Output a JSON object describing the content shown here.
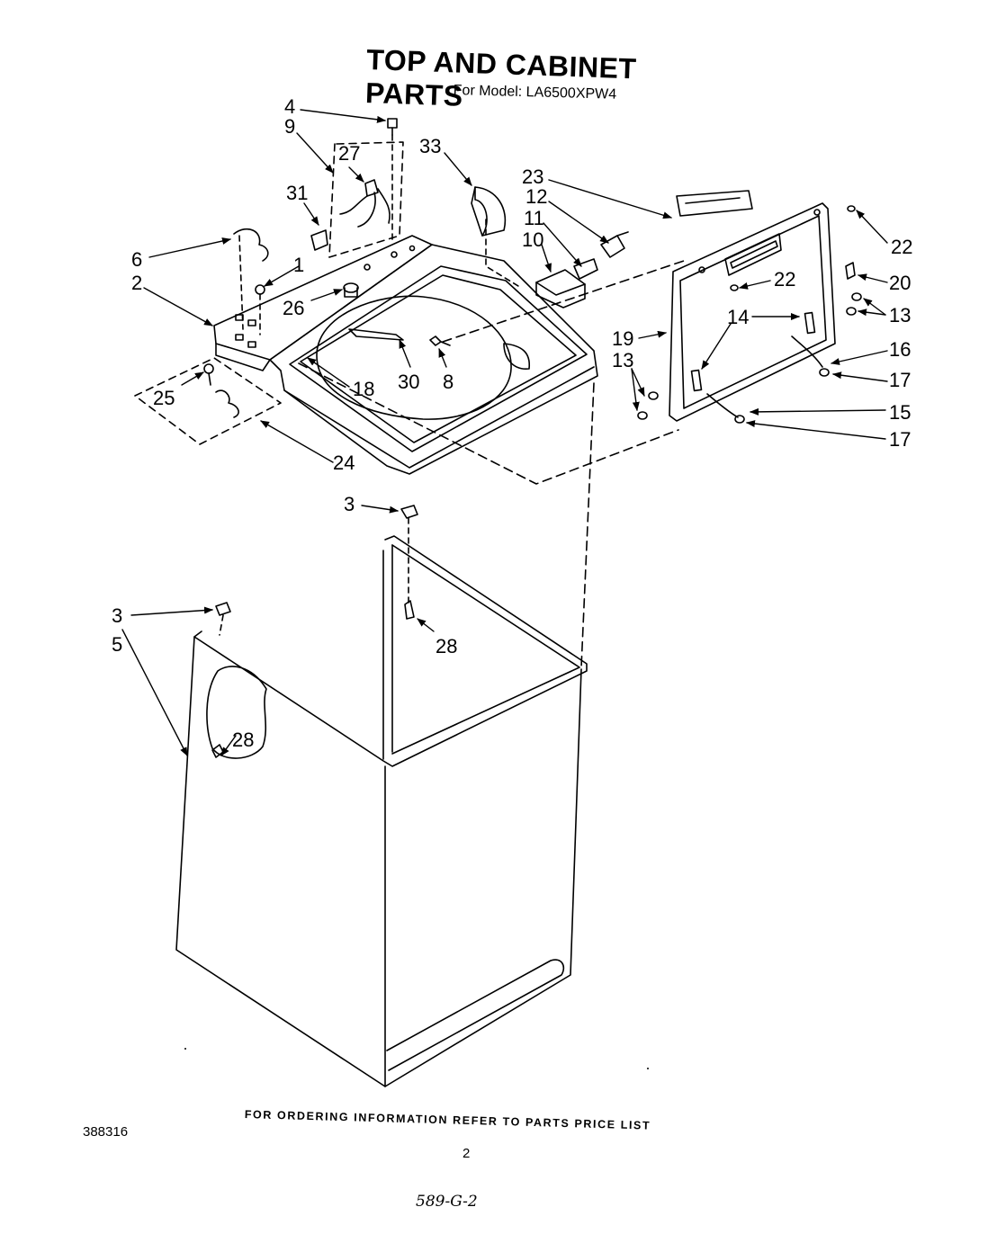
{
  "title": "TOP AND CABINET PARTS",
  "subtitle": "For Model: LA6500XPW4",
  "footer_note": "FOR ORDERING INFORMATION REFER TO PARTS PRICE LIST",
  "doc_number": "388316",
  "page_number": "2",
  "handwritten_note": "589-G-2",
  "callouts": [
    {
      "id": "c4",
      "text": "4"
    },
    {
      "id": "c9",
      "text": "9"
    },
    {
      "id": "c27",
      "text": "27"
    },
    {
      "id": "c33",
      "text": "33"
    },
    {
      "id": "c23",
      "text": "23"
    },
    {
      "id": "c12",
      "text": "12"
    },
    {
      "id": "c11",
      "text": "11"
    },
    {
      "id": "c10",
      "text": "10"
    },
    {
      "id": "c31",
      "text": "31"
    },
    {
      "id": "c6",
      "text": "6"
    },
    {
      "id": "c1",
      "text": "1"
    },
    {
      "id": "c2",
      "text": "2"
    },
    {
      "id": "c26",
      "text": "26"
    },
    {
      "id": "c30",
      "text": "30"
    },
    {
      "id": "c8",
      "text": "8"
    },
    {
      "id": "c18",
      "text": "18"
    },
    {
      "id": "c25",
      "text": "25"
    },
    {
      "id": "c24",
      "text": "24"
    },
    {
      "id": "c22a",
      "text": "22"
    },
    {
      "id": "c22b",
      "text": "22"
    },
    {
      "id": "c20",
      "text": "20"
    },
    {
      "id": "c14",
      "text": "14"
    },
    {
      "id": "c13a",
      "text": "13"
    },
    {
      "id": "c19",
      "text": "19"
    },
    {
      "id": "c16",
      "text": "16"
    },
    {
      "id": "c13b",
      "text": "13"
    },
    {
      "id": "c17a",
      "text": "17"
    },
    {
      "id": "c15",
      "text": "15"
    },
    {
      "id": "c17b",
      "text": "17"
    },
    {
      "id": "c3a",
      "text": "3"
    },
    {
      "id": "c3b",
      "text": "3"
    },
    {
      "id": "c28a",
      "text": "28"
    },
    {
      "id": "c5",
      "text": "5"
    },
    {
      "id": "c28b",
      "text": "28"
    }
  ]
}
